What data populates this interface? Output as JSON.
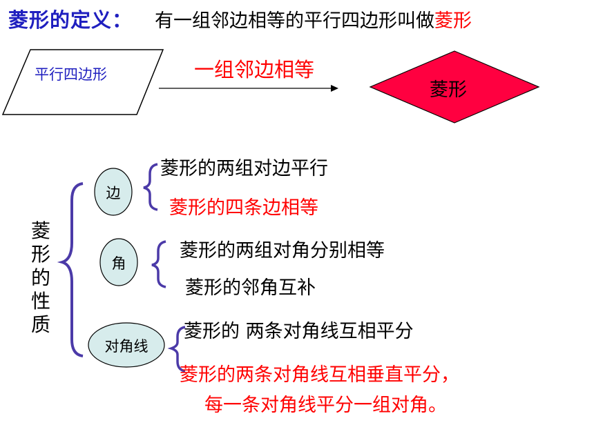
{
  "definition": {
    "heading": "菱形的定义",
    "colon": "：",
    "text": "有一组邻边相等的平行四边形叫做",
    "term": "菱形"
  },
  "diagram": {
    "from_shape": "平行四边形",
    "condition": "一组邻边相等",
    "to_shape": "菱形"
  },
  "properties": {
    "title_chars": [
      "菱",
      "形",
      "的",
      "性",
      "质"
    ],
    "groups": [
      {
        "label": "边",
        "items": [
          {
            "text": "菱形的两组对边平行"
          },
          {
            "text": "菱形的四条边相等"
          }
        ]
      },
      {
        "label": "角",
        "items": [
          {
            "text": "菱形的两组对角分别相等"
          },
          {
            "text": "菱形的邻角互补"
          }
        ]
      },
      {
        "label": "对角线",
        "items": [
          {
            "text": "菱形的 两条对角线互相平分"
          },
          {
            "text": "菱形的两条对角线互相垂直平分，"
          },
          {
            "text": "每一条对角线平分一组对角。"
          }
        ]
      }
    ]
  },
  "colors": {
    "heading": "#1f1fbf",
    "highlight": "#ff0000",
    "rhombus_fill": "#ff0040",
    "node_fill": "#d7ecec",
    "brace": "#4b3aa8"
  }
}
